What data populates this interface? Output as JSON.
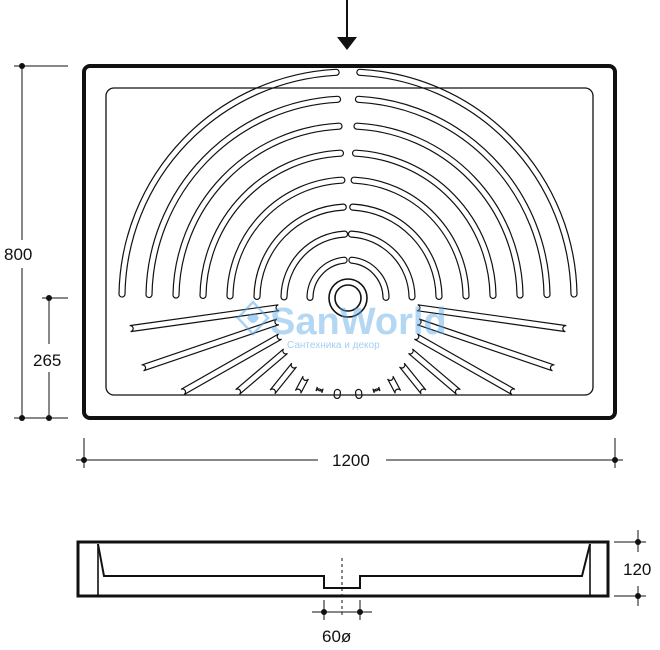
{
  "dimensions": {
    "length": "1200",
    "width": "800",
    "drain_offset": "265",
    "height": "120",
    "drain_diameter": "60ø"
  },
  "watermark": {
    "brand_part1": "San",
    "brand_part2": "World",
    "tagline": "Сантехника и декор"
  },
  "colors": {
    "line": "#111111",
    "watermark": "#5aa7e6"
  },
  "icons": {
    "drop_arrow": "down-arrow-icon",
    "watermark_logo": "sanworld-logo-icon"
  }
}
